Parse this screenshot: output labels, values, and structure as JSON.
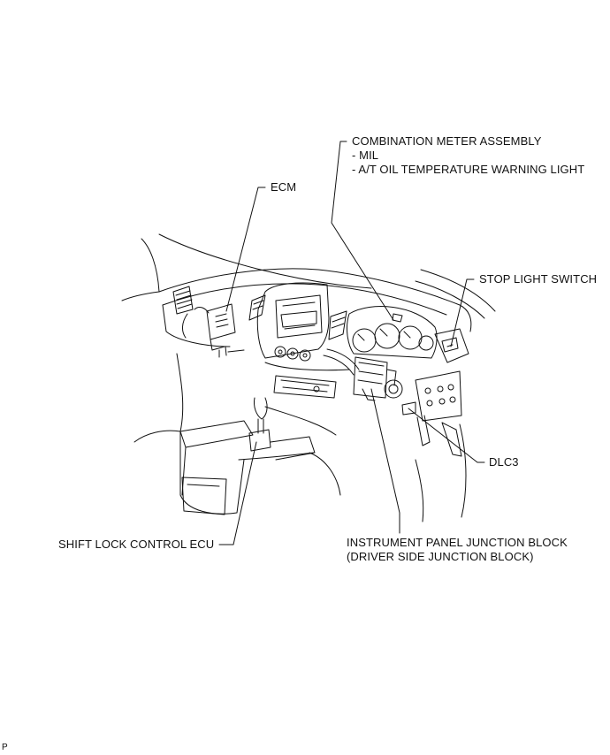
{
  "labels": {
    "combination_meter": {
      "title": "COMBINATION METER ASSEMBLY",
      "items": [
        "- MIL",
        "- A/T OIL  TEMPERATURE WARNING LIGHT"
      ]
    },
    "ecm": "ECM",
    "stop_light_switch": "STOP LIGHT SWITCH",
    "dlc3": "DLC3",
    "shift_lock_ecu": "SHIFT LOCK CONTROL ECU",
    "junction_block": {
      "line1": "INSTRUMENT PANEL JUNCTION BLOCK",
      "line2": "(DRIVER SIDE JUNCTION BLOCK)"
    }
  },
  "corner_mark": "P",
  "colors": {
    "ink": "#111111",
    "background": "#ffffff"
  }
}
